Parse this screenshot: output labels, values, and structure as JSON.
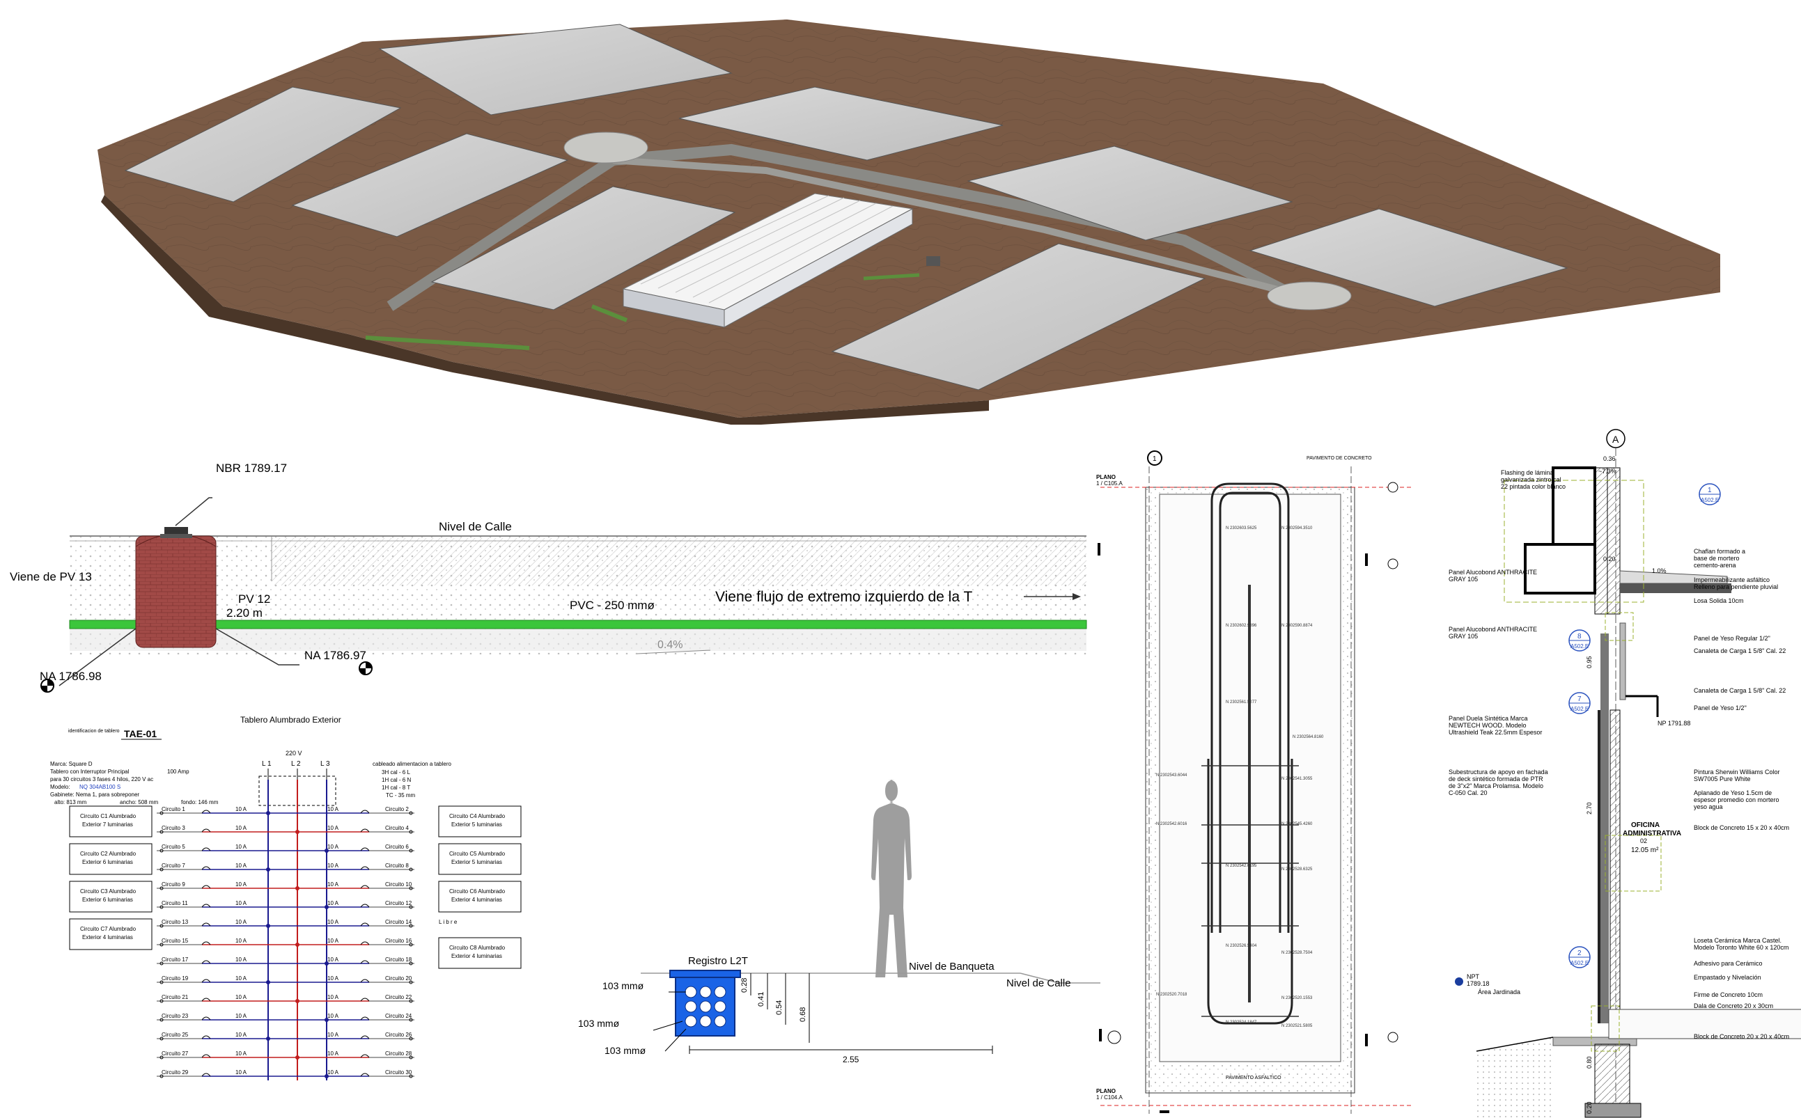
{
  "site_plan": {},
  "profile": {
    "nbr": "NBR 1789.17",
    "street_level": "Nivel de Calle",
    "viene_pv": "Viene de PV 13",
    "pv": "PV 12",
    "pv_depth": "2.20 m",
    "pvc": "PVC - 250 mmø",
    "flow": "Viene flujo de extremo izquierdo de la T",
    "slope": "0.4%",
    "na_left": "NA 1786.98",
    "na_right": "NA 1786.97"
  },
  "panelboard": {
    "title": "Tablero Alumbrado Exterior",
    "ident_label": "identificacion de tablero",
    "ident": "TAE-01",
    "brand": "Marca: Square D",
    "main_breaker": "Tablero con Interruptor Principal",
    "amps": "100   Amp",
    "circuits_spec": "para 30 circuitos 3 fases 4 hilos, 220 V ac",
    "model_label": "Modelo:",
    "model": "NQ 304AB100 S",
    "cabinet": "Gabinete:    Nema 1, para sobreponer",
    "height": "alto: 813 mm",
    "width": "ancho: 508 mm",
    "depth": "fondo: 146 mm",
    "voltage": "220 V",
    "lines": [
      "L 1",
      "L 2",
      "L 3"
    ],
    "cable_title": "cableado alimentacion a tablero",
    "cables": [
      "3H cal -   6    L",
      "1H cal -   6    N",
      "1H cal -   8    T",
      "TC -   35   mm"
    ],
    "left_circuits": [
      "Circuito 1",
      "Circuito 3",
      "Circuito 5",
      "Circuito 7",
      "Circuito 9",
      "Circuito 11",
      "Circuito 13",
      "Circuito 15",
      "Circuito 17",
      "Circuito 19",
      "Circuito 21",
      "Circuito 23",
      "Circuito 25",
      "Circuito 27",
      "Circuito 29"
    ],
    "right_circuits": [
      "Circuito 2",
      "Circuito 4",
      "Circuito 6",
      "Circuito 8",
      "Circuito 10",
      "Circuito 12",
      "Circuito 14",
      "Circuito 16",
      "Circuito 18",
      "Circuito 20",
      "Circuito 22",
      "Circuito 24",
      "Circuito 26",
      "Circuito 28",
      "Circuito 30"
    ],
    "breaker": "10 A",
    "left_boxes": [
      {
        "line1": "Circuito C1 Alumbrado",
        "line2": "Exterior 7 luminarias"
      },
      {
        "line1": "Circuito C2 Alumbrado",
        "line2": "Exterior 6 luminarias"
      },
      {
        "line1": "Circuito C3 Alumbrado",
        "line2": "Exterior 6 luminarias"
      },
      {
        "line1": "Circuito C7 Alumbrado",
        "line2": "Exterior 4 luminarias"
      }
    ],
    "right_boxes": [
      {
        "line1": "Circuito C4 Alumbrado",
        "line2": "Exterior 5 luminarias"
      },
      {
        "line1": "Circuito C5 Alumbrado",
        "line2": "Exterior 5 luminarias"
      },
      {
        "line1": "Circuito C6 Alumbrado",
        "line2": "Exterior 4 luminarias"
      },
      {
        "line1": "Circuito C8 Alumbrado",
        "line2": "Exterior 4 luminarias"
      }
    ],
    "libre": "L i b r e"
  },
  "registro": {
    "title": "Registro L2T",
    "pipes": [
      "103 mmø",
      "103 mmø",
      "103 mmø"
    ],
    "dims": [
      "0.28",
      "0.41",
      "0.54",
      "0.68"
    ],
    "width": "2.55",
    "banqueta": "Nivel de Banqueta",
    "calle": "Nivel de Calle"
  },
  "beam": {
    "plano_top": "PLANO",
    "plano_top_ref": "1 / C105.A",
    "plano_bottom": "PLANO",
    "plano_bottom_ref": "1 / C104.A",
    "pavimento_top": "PAVIMENTO DE CONCRETO",
    "pavimento_bottom": "PAVIMENTO ASFALTICO",
    "grid": "1"
  },
  "wall": {
    "axis": "A",
    "dim_top": "0.36",
    "dim_slope": "~7.3%",
    "dim_020": "0.20",
    "dim_10": "1.0%",
    "dim_095": "0.95",
    "dim_270": "2.70",
    "dim_080": "0.80",
    "dim_020b": "0.20",
    "tags": [
      {
        "num": "1",
        "ref": "A502.E"
      },
      {
        "num": "8",
        "ref": "A502.E"
      },
      {
        "num": "7",
        "ref": "A502.E"
      },
      {
        "num": "2",
        "ref": "A502.E"
      }
    ],
    "left_notes": [
      "Flashing de lámina",
      "galvanizada zintro cal",
      "22 pintada color blanco",
      "Panel Alucobond ANTHRACITE",
      "GRAY 105",
      "Panel Alucobond ANTHRACITE",
      "GRAY 105",
      "Panel Duela Sintética Marca",
      "NEWTECH WOOD. Modelo",
      "Ultrashield Teak 22.5mm Espesor",
      "Subestructura de apoyo en fachada",
      "de deck sintético formada de PTR",
      "de 3\"x2\" Marca Prolamsa. Modelo",
      "C-050 Cal. 20"
    ],
    "right_notes": [
      "Chaflan formado a",
      "base de mortero",
      "cemento-arena",
      "Impermeabilizante asfáltico",
      "Relleno para pendiente pluvial",
      "Losa Solida 10cm",
      "Panel de Yeso Regular 1/2\"",
      "Canaleta de Carga  1 5/8\" Cal. 22",
      "Canaleta de Carga  1 5/8\" Cal. 22",
      "Panel de Yeso 1/2\"",
      "NP 1791.88",
      "Pintura Sherwin Williams Color",
      "SW7005 Pure White",
      "Aplanado de Yeso 1.5cm de",
      "espesor promedio con mortero",
      "yeso agua",
      "Block de Concreto 15 x 20 x 40cm",
      "Loseta Cerámica Marca Castel.",
      "Modelo Toronto White 60 x 120cm",
      "Adhesivo para Cerámico",
      "Empastado y Nivelación",
      "Firme de Concreto 10cm",
      "Dala de Concreto 20 x 30cm",
      "Block de Concreto 20 x 20 x 40cm"
    ],
    "room": "OFICINA",
    "room2": "ADMINISTRATIVA",
    "room_no": "02",
    "room_area": "12.05 m²",
    "npt": "NPT",
    "npt_val": "1789.18",
    "area_jard": "Área Jardinada"
  }
}
